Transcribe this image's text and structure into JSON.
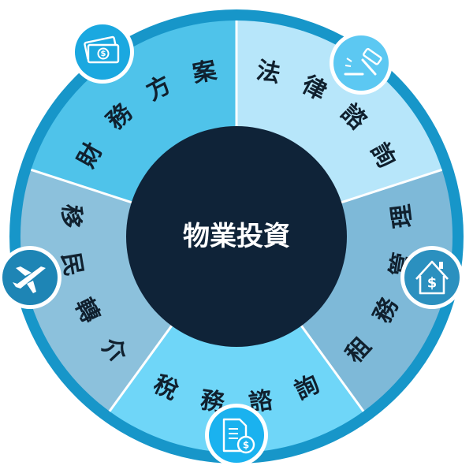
{
  "center": {
    "label": "物業投資",
    "color": "#0f2338"
  },
  "segments": [
    {
      "label": "財務方案",
      "color": "#4fc3ea",
      "icon": "money-icon",
      "icon_color": "#1aa8e0"
    },
    {
      "label": "法律諮詢",
      "color": "#b7e6fa",
      "icon": "gavel-icon",
      "icon_color": "#5cc8f2"
    },
    {
      "label": "租務管理",
      "color": "#7eb9d8",
      "icon": "house-dollar-icon",
      "icon_color": "#2b90bf"
    },
    {
      "label": "稅務諮詢",
      "color": "#6fd6f8",
      "icon": "document-dollar-icon",
      "icon_color": "#1ab2ef"
    },
    {
      "label": "移民轉介",
      "color": "#8cc1dc",
      "icon": "airplane-icon",
      "icon_color": "#1e85b5"
    }
  ],
  "colors": {
    "outer_ring": "#1796c9",
    "ring_gap": "#ffffff"
  }
}
